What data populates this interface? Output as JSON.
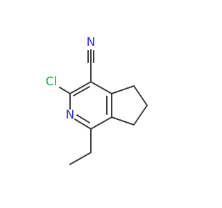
{
  "colors": {
    "background": "#ffffff",
    "bond": "#3a3a3a",
    "carbon": "#3a3a3a",
    "nitrogen": "#2f2fd0",
    "chlorine": "#1fa84a"
  },
  "molecule": {
    "atom_labels": {
      "nitrile_nitrogen": "N",
      "chlorine": "Cl",
      "ring_nitrogen": "N"
    }
  }
}
